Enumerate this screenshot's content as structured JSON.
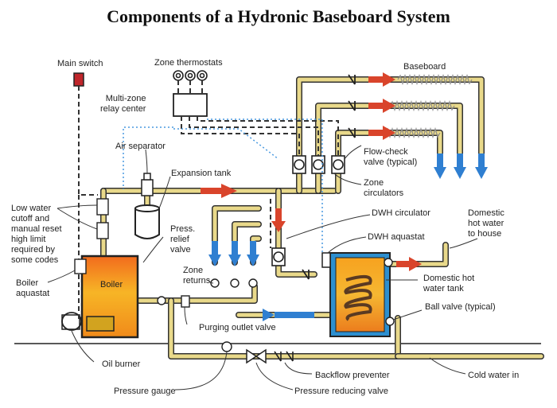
{
  "title": "Components of a Hydronic Baseboard System",
  "labels": {
    "main_switch": "Main switch",
    "zone_thermostats": "Zone thermostats",
    "baseboard": "Baseboard",
    "relay_center": "Multi-zone\nrelay center",
    "air_separator": "Air separator",
    "expansion_tank": "Expansion tank",
    "flow_check": "Flow-check\nvalve (typical)",
    "zone_circulators": "Zone\ncirculators",
    "low_water": "Low water\ncutoff and\nmanual reset\nhigh limit\nrequired by\nsome codes",
    "boiler_aquastat": "Boiler\naquastat",
    "boiler": "Boiler",
    "press_relief": "Press.\nrelief\nvalve",
    "zone_returns": "Zone\nreturns",
    "dwh_circulator": "DWH circulator",
    "dwh_aquastat": "DWH aquastat",
    "domestic_hot_water_house": "Domestic\nhot water\nto house",
    "domestic_hot_water_tank": "Domestic hot\nwater tank",
    "ball_valve": "Ball valve (typical)",
    "purging_outlet": "Purging outlet valve",
    "oil_burner": "Oil burner",
    "backflow_preventer": "Backflow preventer",
    "cold_water_in": "Cold water in",
    "pressure_gauge": "Pressure gauge",
    "pressure_reducing": "Pressure reducing valve"
  },
  "colors": {
    "pipe_fill": "#e9d98a",
    "pipe_outline": "#333333",
    "hot_arrow": "#d9442b",
    "cold_arrow": "#2f7fd1",
    "boiler_hot": "#f4a21a",
    "tank_frame": "#2d8fcf",
    "switch_red": "#c0262b",
    "control_wire": "#4a9ae0"
  }
}
